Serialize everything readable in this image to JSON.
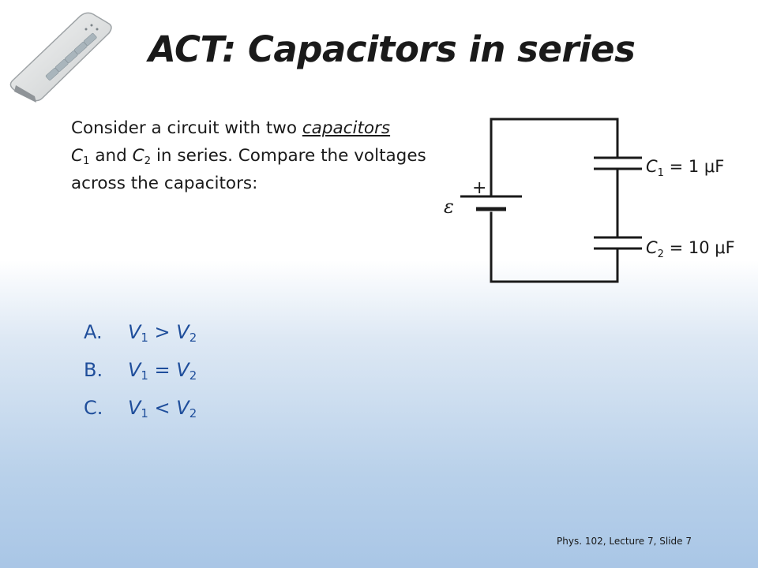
{
  "title": "ACT: Capacitors in series",
  "question": {
    "text_before_link": "Consider a circuit with two ",
    "link_text": "capacitors",
    "cap1": "C",
    "cap1_sub": "1",
    "and_text": " and ",
    "cap2": "C",
    "cap2_sub": "2",
    "text_after": " in series. Compare the voltages across the capacitors:"
  },
  "circuit": {
    "plus_sign": "+",
    "emf_symbol": "ε",
    "c1_symbol": "C",
    "c1_sub": "1",
    "c1_value": " = 1 μF",
    "c2_symbol": "C",
    "c2_sub": "2",
    "c2_value": " = 10 μF"
  },
  "answers": [
    {
      "letter": "A.",
      "v_left": "V",
      "v_left_sub": "1",
      "op": " > ",
      "v_right": "V",
      "v_right_sub": "2"
    },
    {
      "letter": "B.",
      "v_left": "V",
      "v_left_sub": "1",
      "op": " = ",
      "v_right": "V",
      "v_right_sub": "2"
    },
    {
      "letter": "C.",
      "v_left": "V",
      "v_left_sub": "1",
      "op": " < ",
      "v_right": "V",
      "v_right_sub": "2"
    }
  ],
  "footer": "Phys. 102, Lecture 7, Slide 7",
  "colors": {
    "answer_text": "#1f4e9b",
    "body_text": "#1a1a1a"
  },
  "icons": {
    "clicker": "iclicker-remote-icon"
  }
}
